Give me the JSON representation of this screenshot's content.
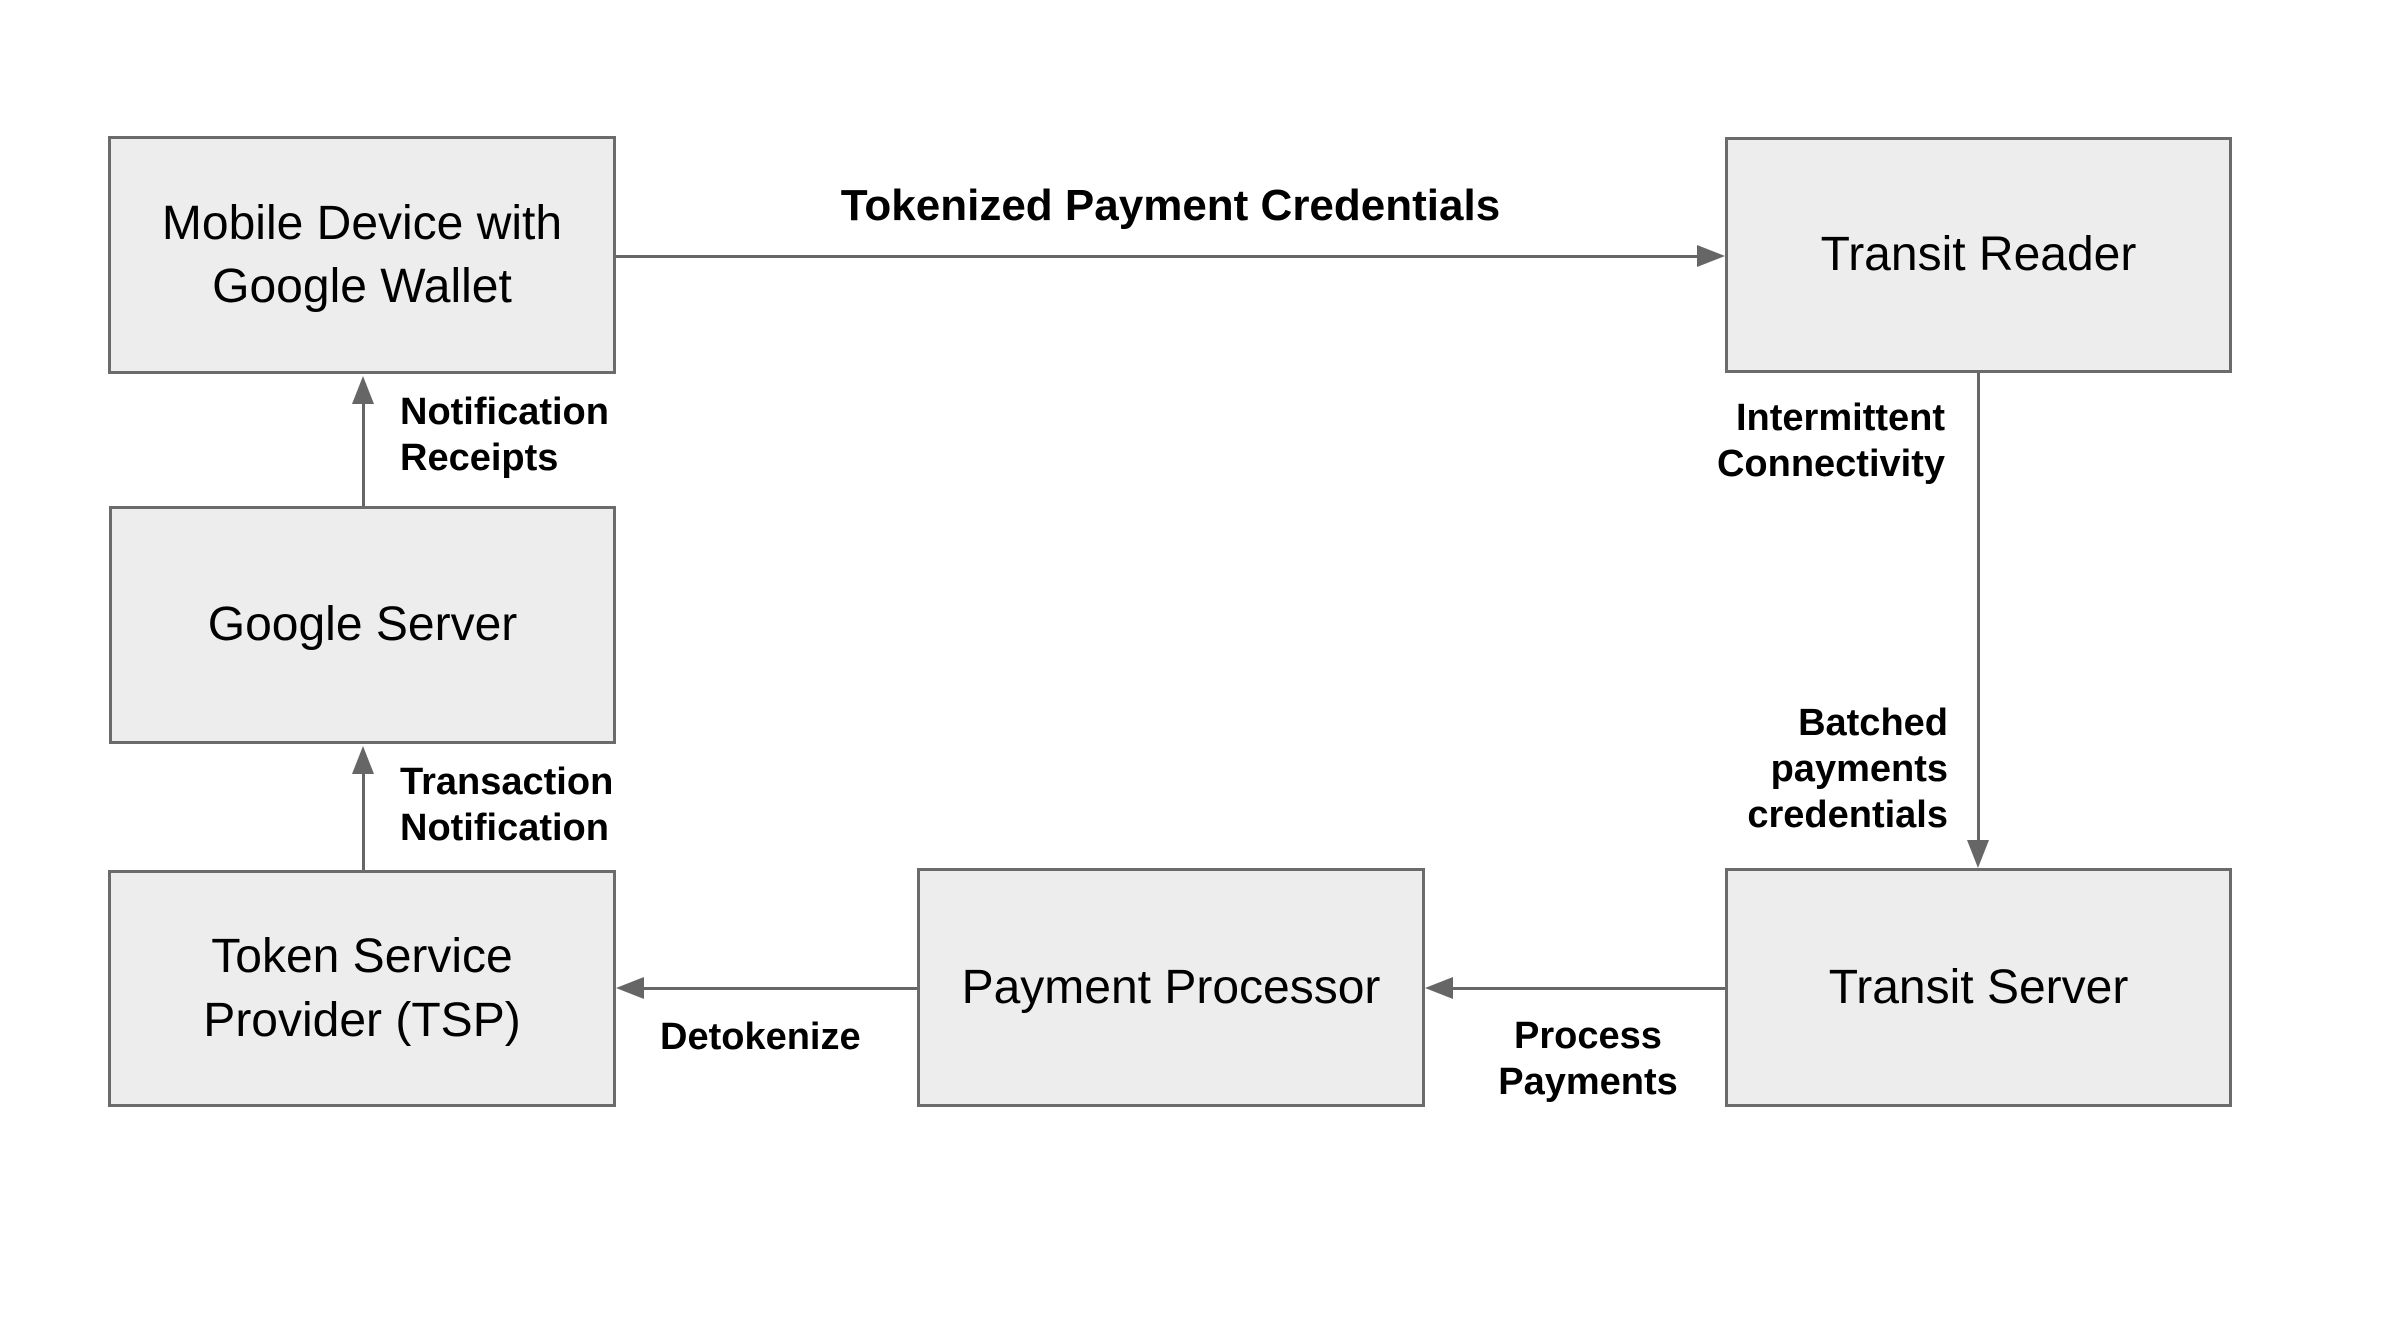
{
  "diagram": {
    "nodes": [
      {
        "id": "mobile-device",
        "label": "Mobile Device with Google Wallet"
      },
      {
        "id": "transit-reader",
        "label": "Transit Reader"
      },
      {
        "id": "google-server",
        "label": "Google Server"
      },
      {
        "id": "tsp",
        "label": "Token Service Provider (TSP)"
      },
      {
        "id": "payment-processor",
        "label": "Payment Processor"
      },
      {
        "id": "transit-server",
        "label": "Transit Server"
      }
    ],
    "edges": [
      {
        "id": "tokenized-payment-credentials",
        "from": "mobile-device",
        "to": "transit-reader",
        "labels": [
          "Tokenized Payment Credentials"
        ]
      },
      {
        "id": "notification-receipts",
        "from": "google-server",
        "to": "mobile-device",
        "labels": [
          "Notification\nReceipts"
        ]
      },
      {
        "id": "transaction-notification",
        "from": "tsp",
        "to": "google-server",
        "labels": [
          "Transaction\nNotification"
        ]
      },
      {
        "id": "batched-payments",
        "from": "transit-reader",
        "to": "transit-server",
        "labels": [
          "Intermittent\nConnectivity",
          "Batched\npayments\ncredentials"
        ]
      },
      {
        "id": "process-payments",
        "from": "transit-server",
        "to": "payment-processor",
        "labels": [
          "Process\nPayments"
        ]
      },
      {
        "id": "detokenize",
        "from": "payment-processor",
        "to": "tsp",
        "labels": [
          "Detokenize"
        ]
      }
    ],
    "colors": {
      "background": "#ffffff",
      "node_fill": "#ededed",
      "node_border": "#6b6b6b",
      "arrow": "#666666",
      "text": "#000000"
    }
  }
}
